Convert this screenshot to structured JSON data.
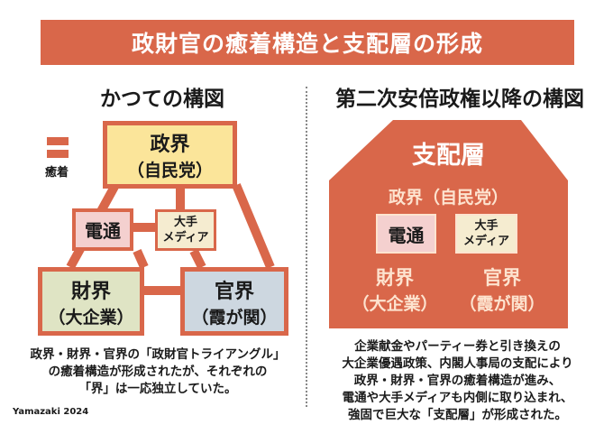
{
  "title": "政財官の癒着構造と支配層の形成",
  "left": {
    "heading": "かつての構図",
    "legend_label": "癒着",
    "seikai": {
      "name": "政界",
      "sub": "（自民党）"
    },
    "dentsu": "電通",
    "media": [
      "大手",
      "メディア"
    ],
    "zaikai": {
      "name": "財界",
      "sub": "（大企業）"
    },
    "kankai": {
      "name": "官界",
      "sub": "（霞が関）"
    },
    "caption": [
      "政界・財界・官界の「政財官トライアングル」",
      "の癒着構造が形成されたが、それぞれの",
      "「界」は一応独立していた。"
    ]
  },
  "right": {
    "heading": "第二次安倍政権以降の構図",
    "pyramid_title": "支配層",
    "seikai": "政界（自民党）",
    "dentsu": "電通",
    "media": [
      "大手",
      "メディア"
    ],
    "zaikai": {
      "name": "財界",
      "sub": "（大企業）"
    },
    "kankai": {
      "name": "官界",
      "sub": "（霞が関）"
    },
    "caption": [
      "企業献金やパーティー券と引き換えの",
      "大企業優遇政策、内閣人事局の支配により",
      "政界・財界・官界の癒着構造が進み、",
      "電通や大手メディアも内側に取り込まれ、",
      "強固で巨大な「支配層」が形成された。"
    ]
  },
  "credit": "Yamazaki 2024",
  "colors": {
    "accent": "#d9674a",
    "seikai_fill": "#fbe59a",
    "dentsu_fill": "#f4d0cf",
    "media_fill": "#f5ecd0",
    "zaikai_fill": "#dfe4c4",
    "kankai_fill": "#cdd7e0",
    "pyramid_text": "#fde3cf"
  }
}
